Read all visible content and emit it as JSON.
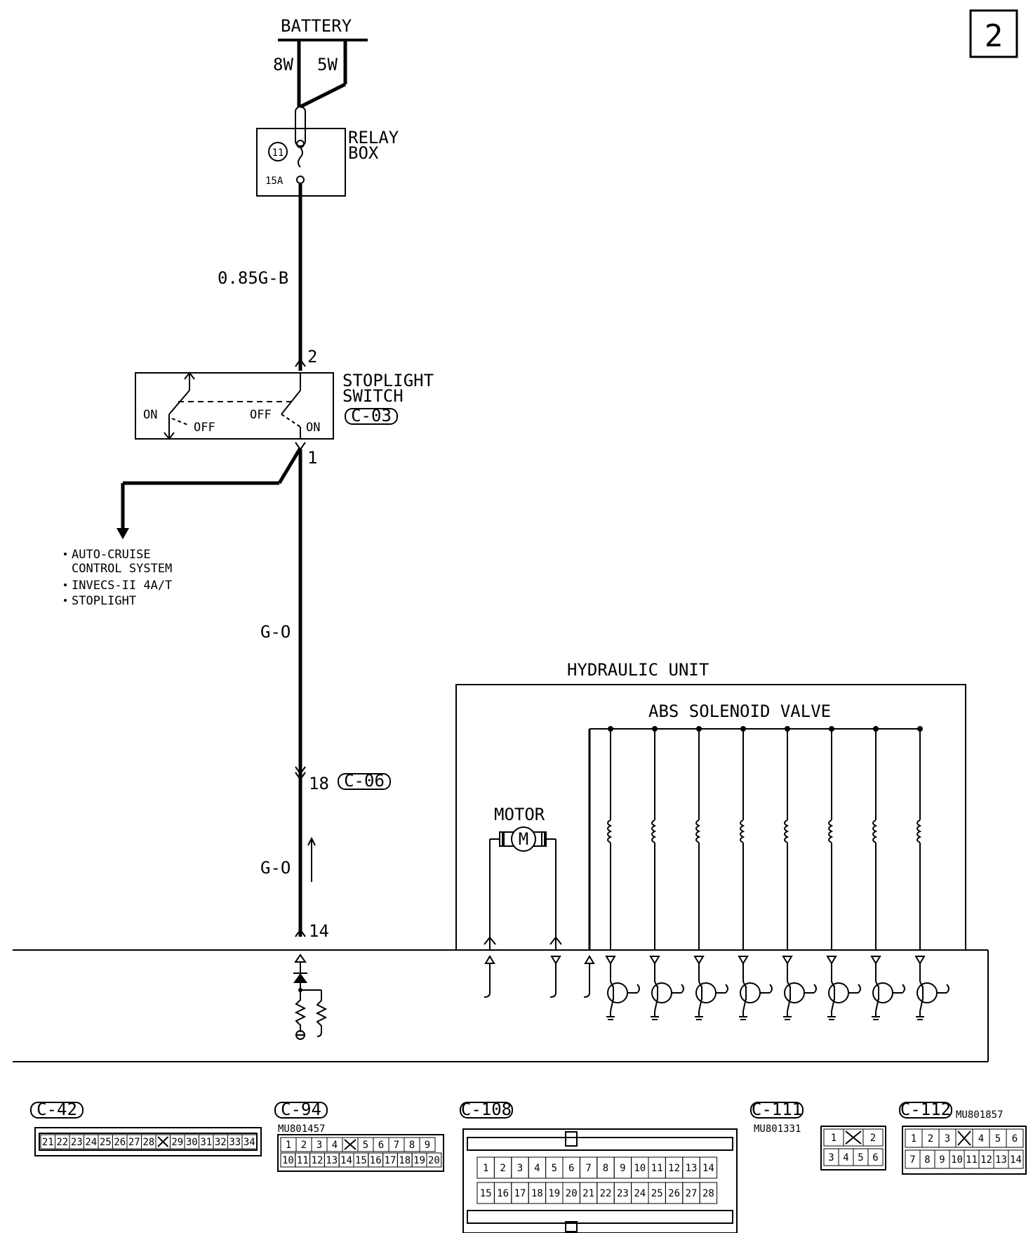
{
  "page_number": "2",
  "battery": {
    "label": "BATTERY",
    "fuse_left": "8W",
    "fuse_right": "5W"
  },
  "relay_box": {
    "label_line1": "RELAY",
    "label_line2": "BOX",
    "fuse_number": "11",
    "fuse_rating": "15A"
  },
  "wire_upper": {
    "label": "0.85G-B"
  },
  "stoplight_switch": {
    "label_line1": "STOPLIGHT",
    "label_line2": "SWITCH",
    "connector": "C-03",
    "pin_top": "2",
    "pin_bottom": "1",
    "on_left": "ON",
    "off_left": "OFF",
    "off_right": "OFF",
    "on_right": "ON"
  },
  "branch_notes": [
    "AUTO-CRUISE",
    "CONTROL SYSTEM",
    "INVECS-II 4A/T",
    "STOPLIGHT"
  ],
  "wire_middle": {
    "label": "G-O"
  },
  "junction": {
    "pin": "18",
    "connector": "C-06"
  },
  "wire_lower": {
    "label": "G-O",
    "pin": "14"
  },
  "hydraulic_unit": {
    "label": "HYDRAULIC UNIT",
    "valve_label": "ABS SOLENOID VALVE",
    "motor_label": "MOTOR",
    "motor_symbol": "M"
  },
  "connectors": {
    "c42": {
      "name": "C-42",
      "pins": [
        "21",
        "22",
        "23",
        "24",
        "25",
        "26",
        "27",
        "28",
        "",
        "29",
        "30",
        "31",
        "32",
        "33",
        "34"
      ]
    },
    "c94": {
      "name": "C-94",
      "part": "MU801457",
      "row1": [
        "1",
        "2",
        "3",
        "4",
        "",
        "5",
        "6",
        "7",
        "8",
        "9"
      ],
      "row2": [
        "10",
        "11",
        "12",
        "13",
        "14",
        "15",
        "16",
        "17",
        "18",
        "19",
        "20"
      ]
    },
    "c108": {
      "name": "C-108",
      "row1": [
        "1",
        "2",
        "3",
        "4",
        "5",
        "6",
        "7",
        "8",
        "9",
        "10",
        "11",
        "12",
        "13",
        "14"
      ],
      "row2": [
        "15",
        "16",
        "17",
        "18",
        "19",
        "20",
        "21",
        "22",
        "23",
        "24",
        "25",
        "26",
        "27",
        "28"
      ]
    },
    "c111": {
      "name": "C-111",
      "part": "MU801331",
      "row1": [
        "1",
        "",
        "2"
      ],
      "row2": [
        "3",
        "4",
        "5",
        "6"
      ]
    },
    "c112": {
      "name": "C-112",
      "part": "MU801857",
      "row1": [
        "1",
        "2",
        "3",
        "",
        "4",
        "5",
        "6"
      ],
      "row2": [
        "7",
        "8",
        "9",
        "10",
        "11",
        "12",
        "13",
        "14"
      ]
    }
  }
}
